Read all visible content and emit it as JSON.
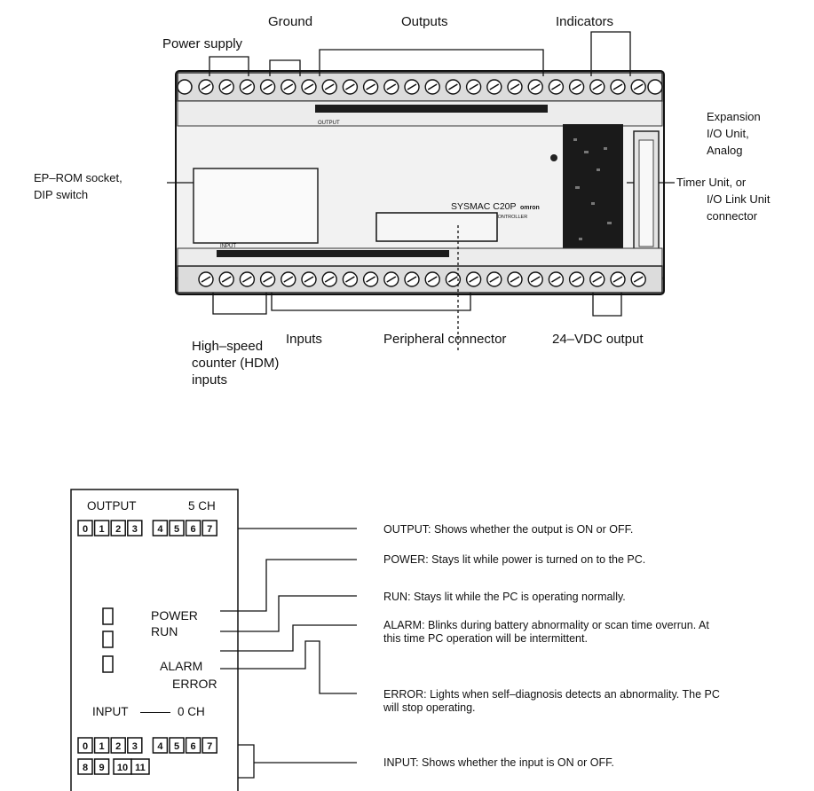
{
  "callouts": {
    "power_supply": "Power supply",
    "ground": "Ground",
    "outputs": "Outputs",
    "indicators": "Indicators",
    "expansion_1": "Expansion",
    "expansion_2": "I/O Unit,",
    "expansion_3": "Analog",
    "expansion_4": "Timer Unit, or",
    "expansion_5": "I/O Link Unit",
    "expansion_6": "connector",
    "eprom_1": "EP–ROM socket,",
    "eprom_2": "DIP switch",
    "hdm_1": "High–speed",
    "hdm_2": "counter (HDM)",
    "hdm_3": "inputs",
    "inputs": "Inputs",
    "peripheral": "Peripheral connector",
    "vdc": "24–VDC output"
  },
  "device": {
    "model": "SYSMAC C20P",
    "subtitle": "PROGRAMMABLE  CONTROLLER",
    "brand": "omron",
    "output_strip": "OUTPUT",
    "input_strip": "INPUT"
  },
  "panel": {
    "output_header": "OUTPUT",
    "output_channel": "5 CH",
    "output_leds": [
      "0",
      "1",
      "2",
      "3",
      "4",
      "5",
      "6",
      "7"
    ],
    "power": "POWER",
    "run": "RUN",
    "alarm": "ALARM",
    "error": "ERROR",
    "input_header": "INPUT",
    "input_channel": "0 CH",
    "input_leds_row1": [
      "0",
      "1",
      "2",
      "3",
      "4",
      "5",
      "6",
      "7"
    ],
    "input_leds_row2": [
      "8",
      "9",
      "10",
      "11"
    ]
  },
  "descriptions": {
    "output": "OUTPUT: Shows whether the output is ON or OFF.",
    "power": "POWER: Stays lit while power is turned on to the PC.",
    "run": "RUN: Stays lit while the PC is operating normally.",
    "alarm": "ALARM: Blinks during battery abnormality or scan time overrun. At this time PC operation will be intermittent.",
    "error": "ERROR: Lights when self–diagnosis detects an abnormality.  The PC will stop operating.",
    "input": "INPUT: Shows whether the input is ON or OFF."
  }
}
